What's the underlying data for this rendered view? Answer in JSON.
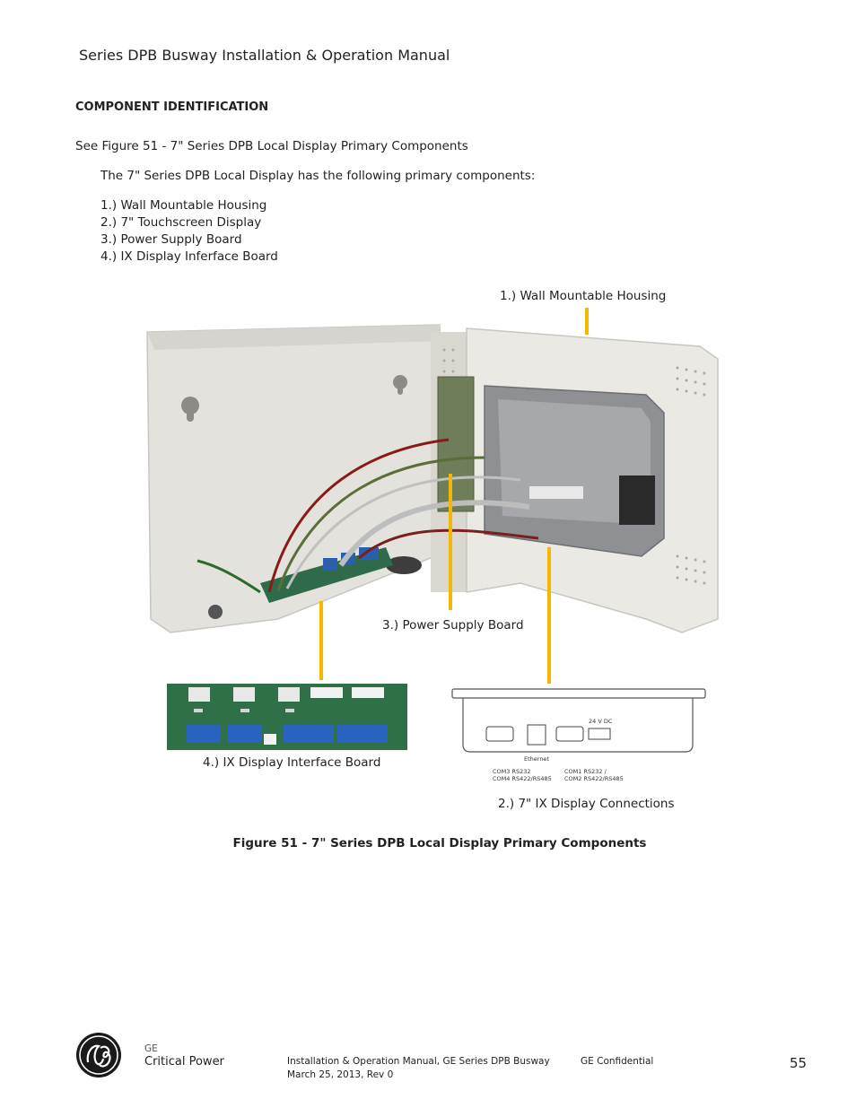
{
  "header": {
    "title": "Series DPB Busway Installation & Operation Manual"
  },
  "section": {
    "heading": "COMPONENT IDENTIFICATION",
    "intro": "See Figure 51 - 7\" Series DPB Local Display Primary Components",
    "lead": "The 7\" Series DPB Local Display has the following primary components:",
    "components": [
      "1.) Wall Mountable Housing",
      "2.) 7\" Touchscreen Display",
      "3.) Power Supply Board",
      "4.) IX Display Inferface Board"
    ]
  },
  "figure": {
    "callouts": {
      "housing": "1.) Wall Mountable Housing",
      "power_supply": "3.) Power Supply Board",
      "interface_board": "4.) IX Display Interface Board",
      "connections": "2.) 7\" IX Display Connections"
    },
    "connector_labels": {
      "com34": "COM3 RS232",
      "com34b": "COM4 RS422/RS485",
      "ethernet": "Ethernet",
      "com12": "COM1 RS232 /",
      "com12b": "COM2 RS422/RS485",
      "power": "24 V DC"
    },
    "caption": "Figure 51 - 7\" Series DPB Local Display Primary Components",
    "leader_color": "#f5b800"
  },
  "footer": {
    "company": "GE",
    "division": "Critical Power",
    "doc_title": "Installation & Operation Manual, GE Series DPB Busway",
    "doc_date": "March 25, 2013, Rev 0",
    "confidential": "GE Confidential",
    "page_number": "55"
  }
}
